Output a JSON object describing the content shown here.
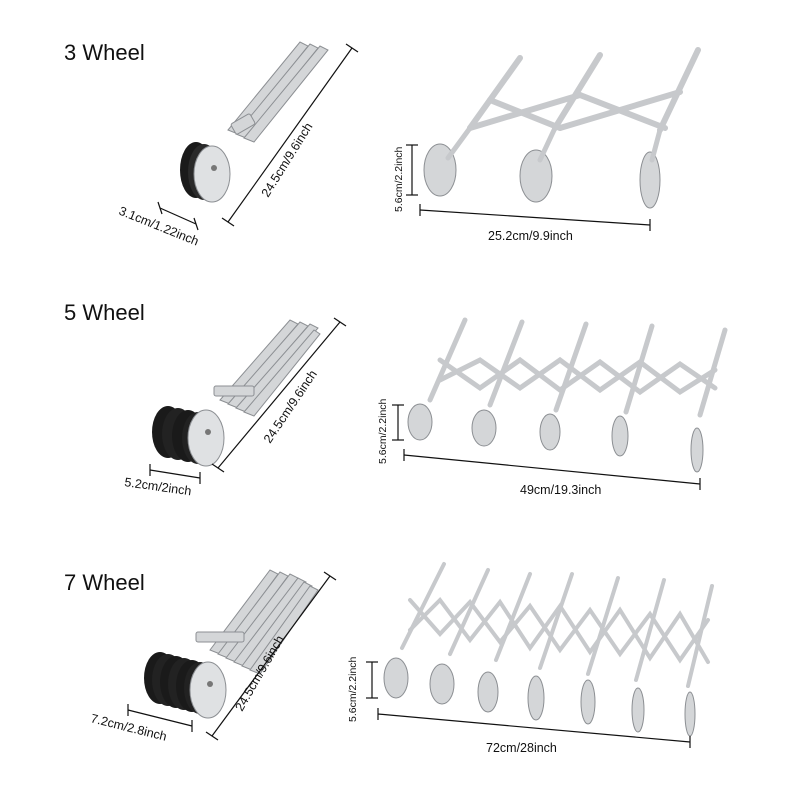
{
  "sections": [
    {
      "title": "3 Wheel",
      "folded_width": "3.1cm/1.22inch",
      "length": "24.5cm/9.6inch",
      "wheel_height": "5.6cm/2.2inch",
      "expanded_width": "25.2cm/9.9inch"
    },
    {
      "title": "5 Wheel",
      "folded_width": "5.2cm/2inch",
      "length": "24.5cm/9.6inch",
      "wheel_height": "5.6cm/2.2inch",
      "expanded_width": "49cm/19.3inch"
    },
    {
      "title": "7 Wheel",
      "folded_width": "7.2cm/2.8inch",
      "length": "24.5cm/9.6inch",
      "wheel_height": "5.6cm/2.2inch",
      "expanded_width": "72cm/28inch"
    }
  ],
  "colors": {
    "steel": "#d4d6d8",
    "steel_edge": "#8c8f93",
    "wheel_dark": "#1a1a1a",
    "line": "#111111"
  }
}
